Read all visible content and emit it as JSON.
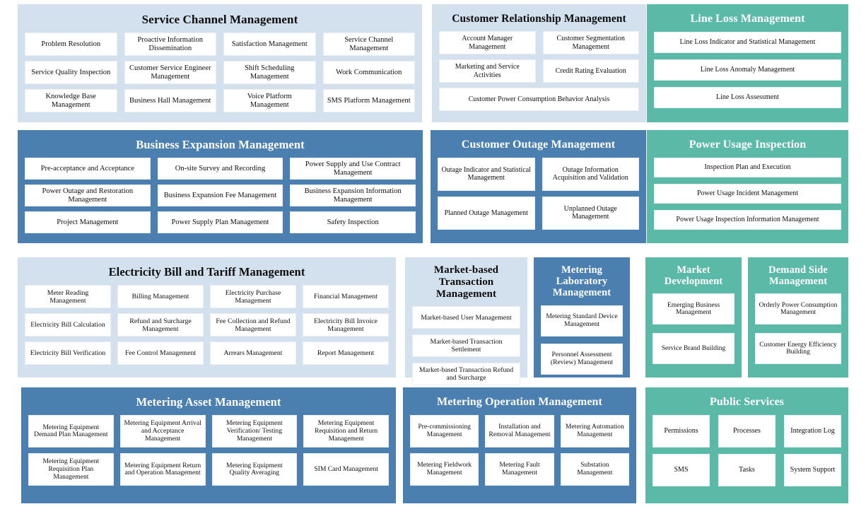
{
  "theme": {
    "light_panel": "#d3e0ed",
    "blue_panel": "#4a7fb0",
    "teal_panel": "#5bb9a8",
    "tile_bg": "#ffffff",
    "page_bg": "#ffffff"
  },
  "panels": {
    "service_channel": {
      "title": "Service Channel Management",
      "tiles": [
        "Problem Resolution",
        "Proactive Information Dissemination",
        "Satisfaction Management",
        "Service Channel Management",
        "Service Quality Inspection",
        "Customer Service Engineer Management",
        "Shift Scheduling Management",
        "Work Communication",
        "Knowledge Base Management",
        "Business Hall Management",
        "Voice Platform Management",
        "SMS Platform Management"
      ]
    },
    "customer_relationship": {
      "title": "Customer Relationship Management",
      "tiles": [
        "Account Manager Management",
        "Customer Segmentation Management",
        "Marketing and Service Activities",
        "Credit Rating Evaluation",
        "Customer Power Consumption Behavior Analysis"
      ]
    },
    "line_loss": {
      "title": "Line Loss Management",
      "tiles": [
        "Line Loss Indicator and Statistical Management",
        "Line Loss Anomaly Management",
        "Line Loss Assessment"
      ]
    },
    "business_expansion": {
      "title": "Business Expansion Management",
      "tiles": [
        "Pre-acceptance and Acceptance",
        "On-site Survey and Recording",
        "Power Supply and Use Contract Management",
        "Power Outage and Restoration Management",
        "Business Expansion Fee Management",
        "Business Expansion Information Management",
        "Project Management",
        "Power Supply Plan Management",
        "Safety Inspection"
      ]
    },
    "customer_outage": {
      "title": "Customer Outage Management",
      "tiles": [
        "Outage Indicator and Statistical Management",
        "Outage Information Acquisition and Validation",
        "Planned Outage Management",
        "Unplanned Outage Management"
      ]
    },
    "power_usage_inspection": {
      "title": "Power Usage Inspection",
      "tiles": [
        "Inspection Plan and Execution",
        "Power Usage Incident Management",
        "Power Usage Inspection Information Management"
      ]
    },
    "bill_tariff": {
      "title": "Electricity Bill and Tariff Management",
      "tiles": [
        "Meter Reading Management",
        "Billing Management",
        "Electricity Purchase Management",
        "Financial Management",
        "Electricity Bill Calculation",
        "Refund and Surcharge Management",
        "Fee Collection and Refund Management",
        "Electricity Bill Invoice Management",
        "Electricity Bill Verification",
        "Fee Control Management",
        "Arrears Management",
        "Report Management"
      ]
    },
    "market_transaction": {
      "title": "Market-based Transaction Management",
      "tiles": [
        "Market-based User Management",
        "Market-based Transaction Settlement",
        "Market-based Transaction Refund and Surcharge"
      ]
    },
    "metering_laboratory": {
      "title": "Metering Laboratory Management",
      "tiles": [
        "Metering Standard Device Management",
        "Personnel Assessment (Review) Management"
      ]
    },
    "market_development": {
      "title": "Market Development",
      "tiles": [
        "Emerging Business Management",
        "Service Brand Building"
      ]
    },
    "demand_side": {
      "title": "Demand Side Management",
      "tiles": [
        "Orderly Power Consumption Management",
        "Customer Energy Efficiency Building"
      ]
    },
    "metering_asset": {
      "title": "Metering Asset Management",
      "tiles": [
        "Metering Equipment Demand Plan Management",
        "Metering Equipment Arrival and Acceptance Management",
        "Metering Equipment Verification/ Testing Management",
        "Metering Equipment Requisition and Return Management",
        "Metering Equipment Requisition Plan Management",
        "Metering Equipment Return and Operation Management",
        "Metering Equipment Quality Averaging",
        "SIM Card Management"
      ]
    },
    "metering_operation": {
      "title": "Metering Operation Management",
      "tiles": [
        "Pre-commissioning Management",
        "Installation and Removal Management",
        "Metering Automation Management",
        "Metering Fieldwork Management",
        "Metering Fault Management",
        "Substation Management"
      ]
    },
    "public_services": {
      "title": "Public Services",
      "tiles": [
        "Permissions",
        "Processes",
        "Integration Log",
        "SMS",
        "Tasks",
        "System Support"
      ]
    }
  }
}
